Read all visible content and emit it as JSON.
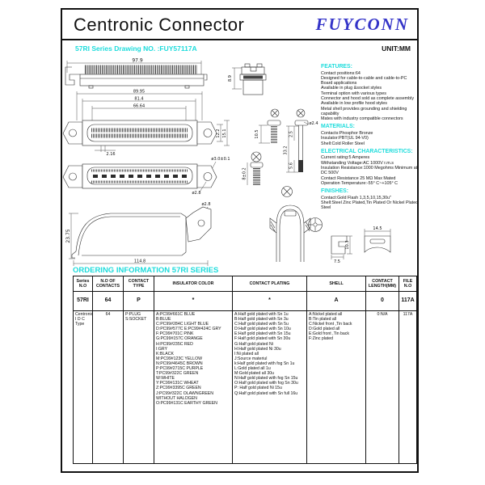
{
  "header": {
    "title": "Centronic Connector",
    "logo": "FUYCONN",
    "series_line": "57RI Series   Drawing NO. :FUY57117A",
    "unit": "UNIT:MM"
  },
  "colors": {
    "accent_cyan": "#1ddcdc",
    "logo_blue": "#3434c8"
  },
  "sections": {
    "features": {
      "heading": "FEATURES:",
      "items": [
        "Contact positions:64",
        "Designed for cable-to-cable and cable-to-PC Board applications",
        "Available in plug &socket styles",
        "Terminal option with various types",
        "Connector and hood sold as complete assembly",
        "Available in low profile hood styles",
        "Metal shell provides grounding and shielding capability",
        "Mates with industry compatible connectors"
      ]
    },
    "materials": {
      "heading": "MATERIALS:",
      "items": [
        "Contacts:Phosphor Bronze",
        "Insulator:PBT(UL 94-V0)",
        "Shell:Cold Roller Steel"
      ]
    },
    "electrical": {
      "heading": "ELECTRICAL CHARACTERISTICS:",
      "items": [
        "Current rating:5 Amperes",
        "Withstanding Voltage:AC 1000V r.m.s",
        "Insulation Resistance:1000  Megohms Minimum at DC 500V",
        "Contact Resistance 25 MΩ  Max Mated",
        "Operation Temperature:-55° C~+105° C"
      ]
    },
    "finishes": {
      "heading": "FINISHES:",
      "items": [
        "Contact:Gold Flash 1,3,5,10,15,30u\"",
        "Shell:Steel Zinc Plated,Tin Plated Or Nickel Plated Steel"
      ]
    }
  },
  "dims": {
    "side_len": "97.9",
    "end_h": "8.9",
    "w1": "89.95",
    "w2": "81.4",
    "w3": "66.64",
    "h_inner": "12.2",
    "h_outer": "15.1",
    "pitch": "2.16",
    "hole1": "ø3.0±0.1",
    "hole2": "ø2.8",
    "hood_hole": "ø2.8",
    "hood_h": "23.75",
    "hood_len": "114.8",
    "screw_a_len": "10.5",
    "screw_b_dia": "ø2.4",
    "screw_b_head": "2.5",
    "screw_b_len": "33.2",
    "screw_b_tip": "5.6",
    "screw_c_len": "8±0.2",
    "clip_w": "7.5",
    "clip_h": "10.3",
    "clamp_w": "14.5"
  },
  "ordering": {
    "heading": "ORDERING INFORMATION 57RI SERIES",
    "columns": [
      "Series N.O",
      "N.O OF CONTACTS",
      "CONTACT TYPE",
      "INSULATOR COLOR",
      "CONTACT PLATING",
      "SHELL",
      "CONTACT LENGTH(MM)",
      "FILE N.O"
    ],
    "summary": [
      "57RI",
      "64",
      "P",
      "*",
      "*",
      "A",
      "0",
      "117A"
    ],
    "detail": {
      "series": [
        "Centronic",
        "I D C",
        "Type"
      ],
      "contacts": "64",
      "contact_type": [
        "P:PLUG",
        "S:SOCKET"
      ],
      "insulator_color": [
        "A:PC99#661C BLUE",
        "B:BLUE",
        "C:PC99#284C LIGHT BLUE",
        "D:PC99#577C E:PC99#424C GRY",
        "F:PC99#701C PINK",
        "G:PC99#157C ORANGE",
        "H:PC99#235C RED",
        "I:GRY",
        "K:BLACK",
        "M:PC99#123C  YELLOW",
        "N:PC99#4645C BROWN",
        "P:PC99#2715C PURPLE",
        "T:PC99#322C GREEN",
        "W:WHITE",
        "Y:PC99#131C WHEAT",
        "Z:PC99#3395C GREEN",
        "J:PC99#322C OLAWNGREEN WITHOUT HALOGEN",
        "O:PC99#131C EARTHY GREEN"
      ],
      "contact_plating": [
        "A:Half gold plated with Sn 1u",
        "B:Half gold plated with Sn 3u",
        "C:Half gold plated with Sn 5u",
        "D:Half gold plated with Sn 10u",
        "E:Half gold plated with Sn 15u",
        "F:Half gold plated with Sn 30u",
        "G:Half gold plated Ni",
        "H:Half gold plated Ni 30u",
        "I:Ni plated all",
        "J:Source materiul",
        "k:Half gold plated with fog Sn 1u",
        "L:Gold plated all 1u",
        "M:Gold plated all 30u",
        "N:Half gold plated with fog Sn 15u",
        "O:Half gold plated with fog Sn 30u",
        "P:  Half gold plated Ni 15u",
        "Q:Half gold plated with Sn full 16u"
      ],
      "shell": [
        "A:Nickel plated all",
        "B:Tin plated all",
        "C:Nickel front ,Tin back",
        "D:Gold plated all",
        "E:Gold front ,Tin back",
        "F:Zinc plated"
      ],
      "contact_length": "0:N/A",
      "file_no": "117A"
    }
  }
}
